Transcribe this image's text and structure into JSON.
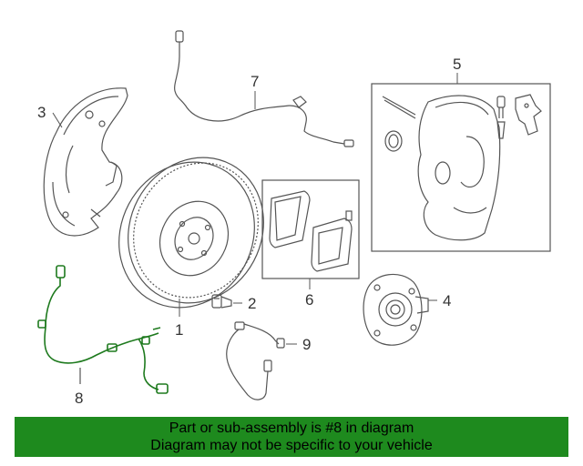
{
  "callouts": {
    "c1": "1",
    "c2": "2",
    "c3": "3",
    "c4": "4",
    "c5": "5",
    "c6": "6",
    "c7": "7",
    "c8": "8",
    "c9": "9"
  },
  "highlight_part": "8",
  "banner": {
    "line1": "Part or sub-assembly is #8 in diagram",
    "line2": "Diagram may not be specific to your vehicle"
  },
  "colors": {
    "banner_bg": "#1e8a1e",
    "highlight": "#1e7a1e",
    "line": "#555555",
    "callout_text": "#333333"
  }
}
